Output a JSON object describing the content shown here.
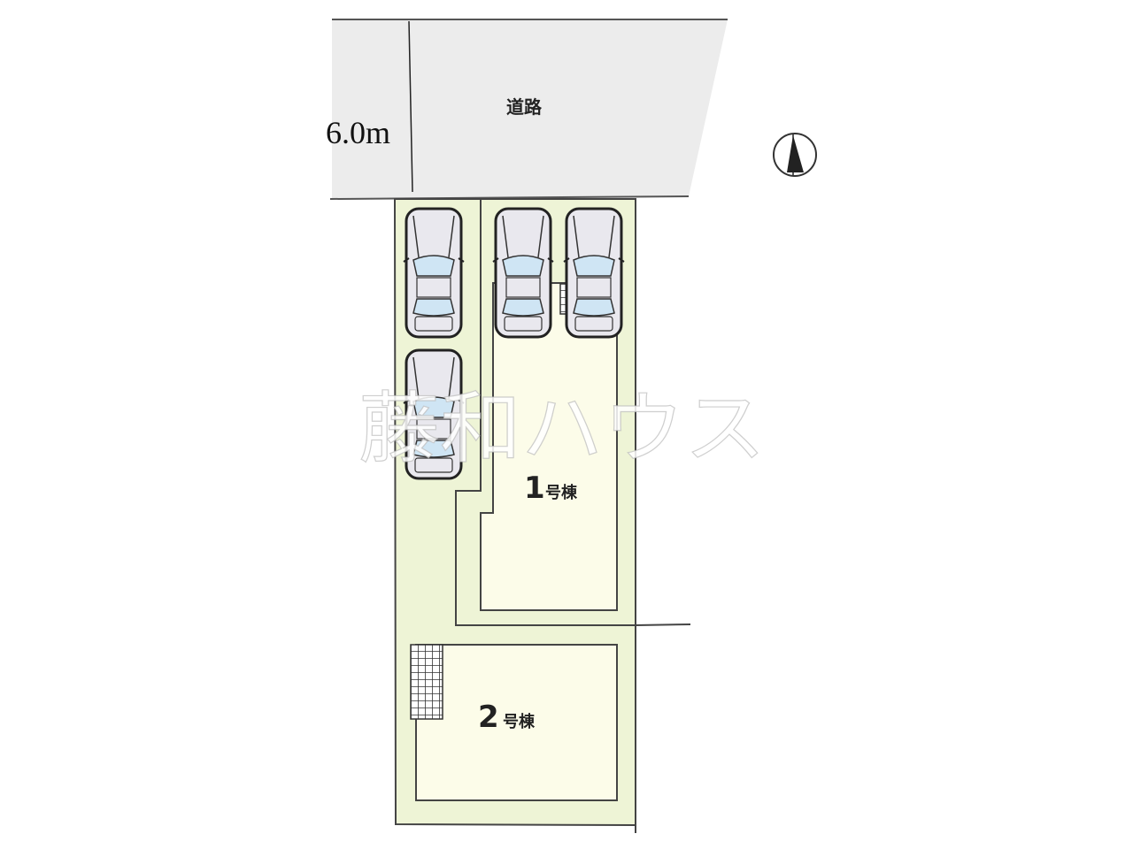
{
  "road": {
    "label": "道路",
    "width_label": "6.0m"
  },
  "lots": [
    {
      "label_num": "1",
      "label_suffix": "号棟"
    },
    {
      "label_num": "2",
      "label_suffix": "号棟"
    }
  ],
  "parking": {
    "car_count": 4
  },
  "watermark": "藤和ハウス",
  "compass": {
    "icon": "north-arrow-icon"
  },
  "colors": {
    "road": "#ececec",
    "lot": "#eef4d6",
    "building": "#fcfce9",
    "line": "#333333",
    "window": "#cfe5f4",
    "car": "#e9e8ee"
  }
}
